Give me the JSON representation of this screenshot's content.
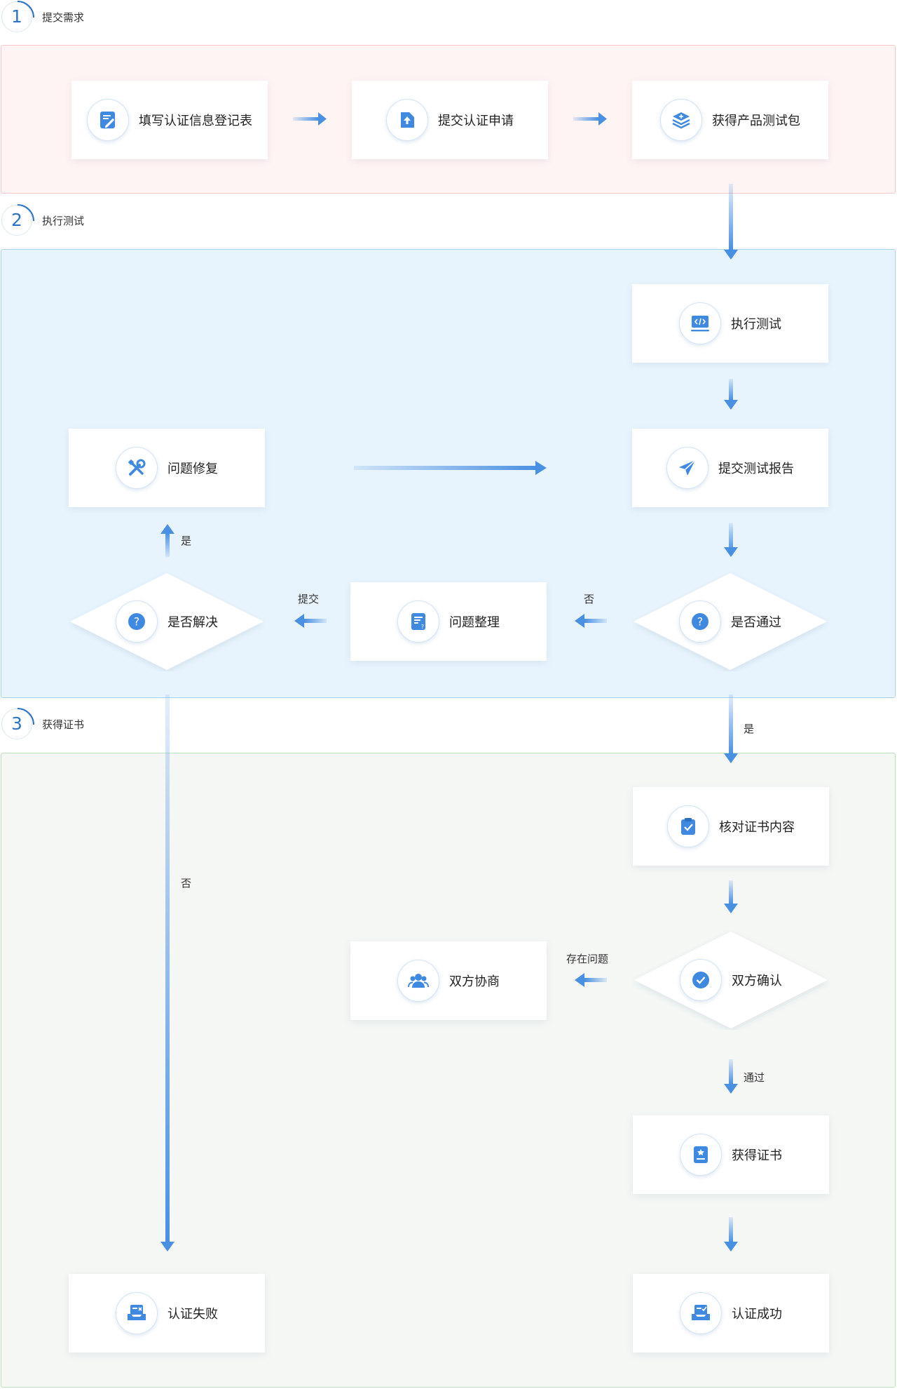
{
  "steps": [
    {
      "number": "1",
      "label": "提交需求"
    },
    {
      "number": "2",
      "label": "执行测试"
    },
    {
      "number": "3",
      "label": "获得证书"
    }
  ],
  "nodes": {
    "fill_form": "填写认证信息登记表",
    "submit_application": "提交认证申请",
    "get_test_package": "获得产品测试包",
    "run_test": "执行测试",
    "submit_report": "提交测试报告",
    "issue_fix": "问题修复",
    "is_passed": "是否通过",
    "issue_sort": "问题整理",
    "is_resolved": "是否解决",
    "verify_cert": "核对证书内容",
    "mutual_confirm": "双方确认",
    "negotiate": "双方协商",
    "get_cert": "获得证书",
    "cert_fail": "认证失败",
    "cert_success": "认证成功"
  },
  "edges": {
    "yes_fix": "是",
    "submit": "提交",
    "no_sort": "否",
    "yes_pass": "是",
    "no_fail": "否",
    "has_issue": "存在问题",
    "pass": "通过"
  },
  "colors": {
    "accent": "#2d74c5",
    "arrow": "#4a90e2",
    "band1_bg": "#fff4f4",
    "band2_bg": "#e8f4fd",
    "band3_bg": "#f5f7f5"
  },
  "icons": {
    "fill_form": "edit-form-icon",
    "submit_application": "upload-file-icon",
    "get_test_package": "layers-icon",
    "run_test": "code-monitor-icon",
    "submit_report": "paper-plane-icon",
    "issue_fix": "tools-icon",
    "is_passed": "question-icon",
    "issue_sort": "document-question-icon",
    "is_resolved": "question-icon",
    "verify_cert": "clipboard-check-icon",
    "mutual_confirm": "check-circle-icon",
    "negotiate": "users-icon",
    "get_cert": "certificate-icon",
    "cert_fail": "tray-fail-icon",
    "cert_success": "tray-success-icon"
  }
}
